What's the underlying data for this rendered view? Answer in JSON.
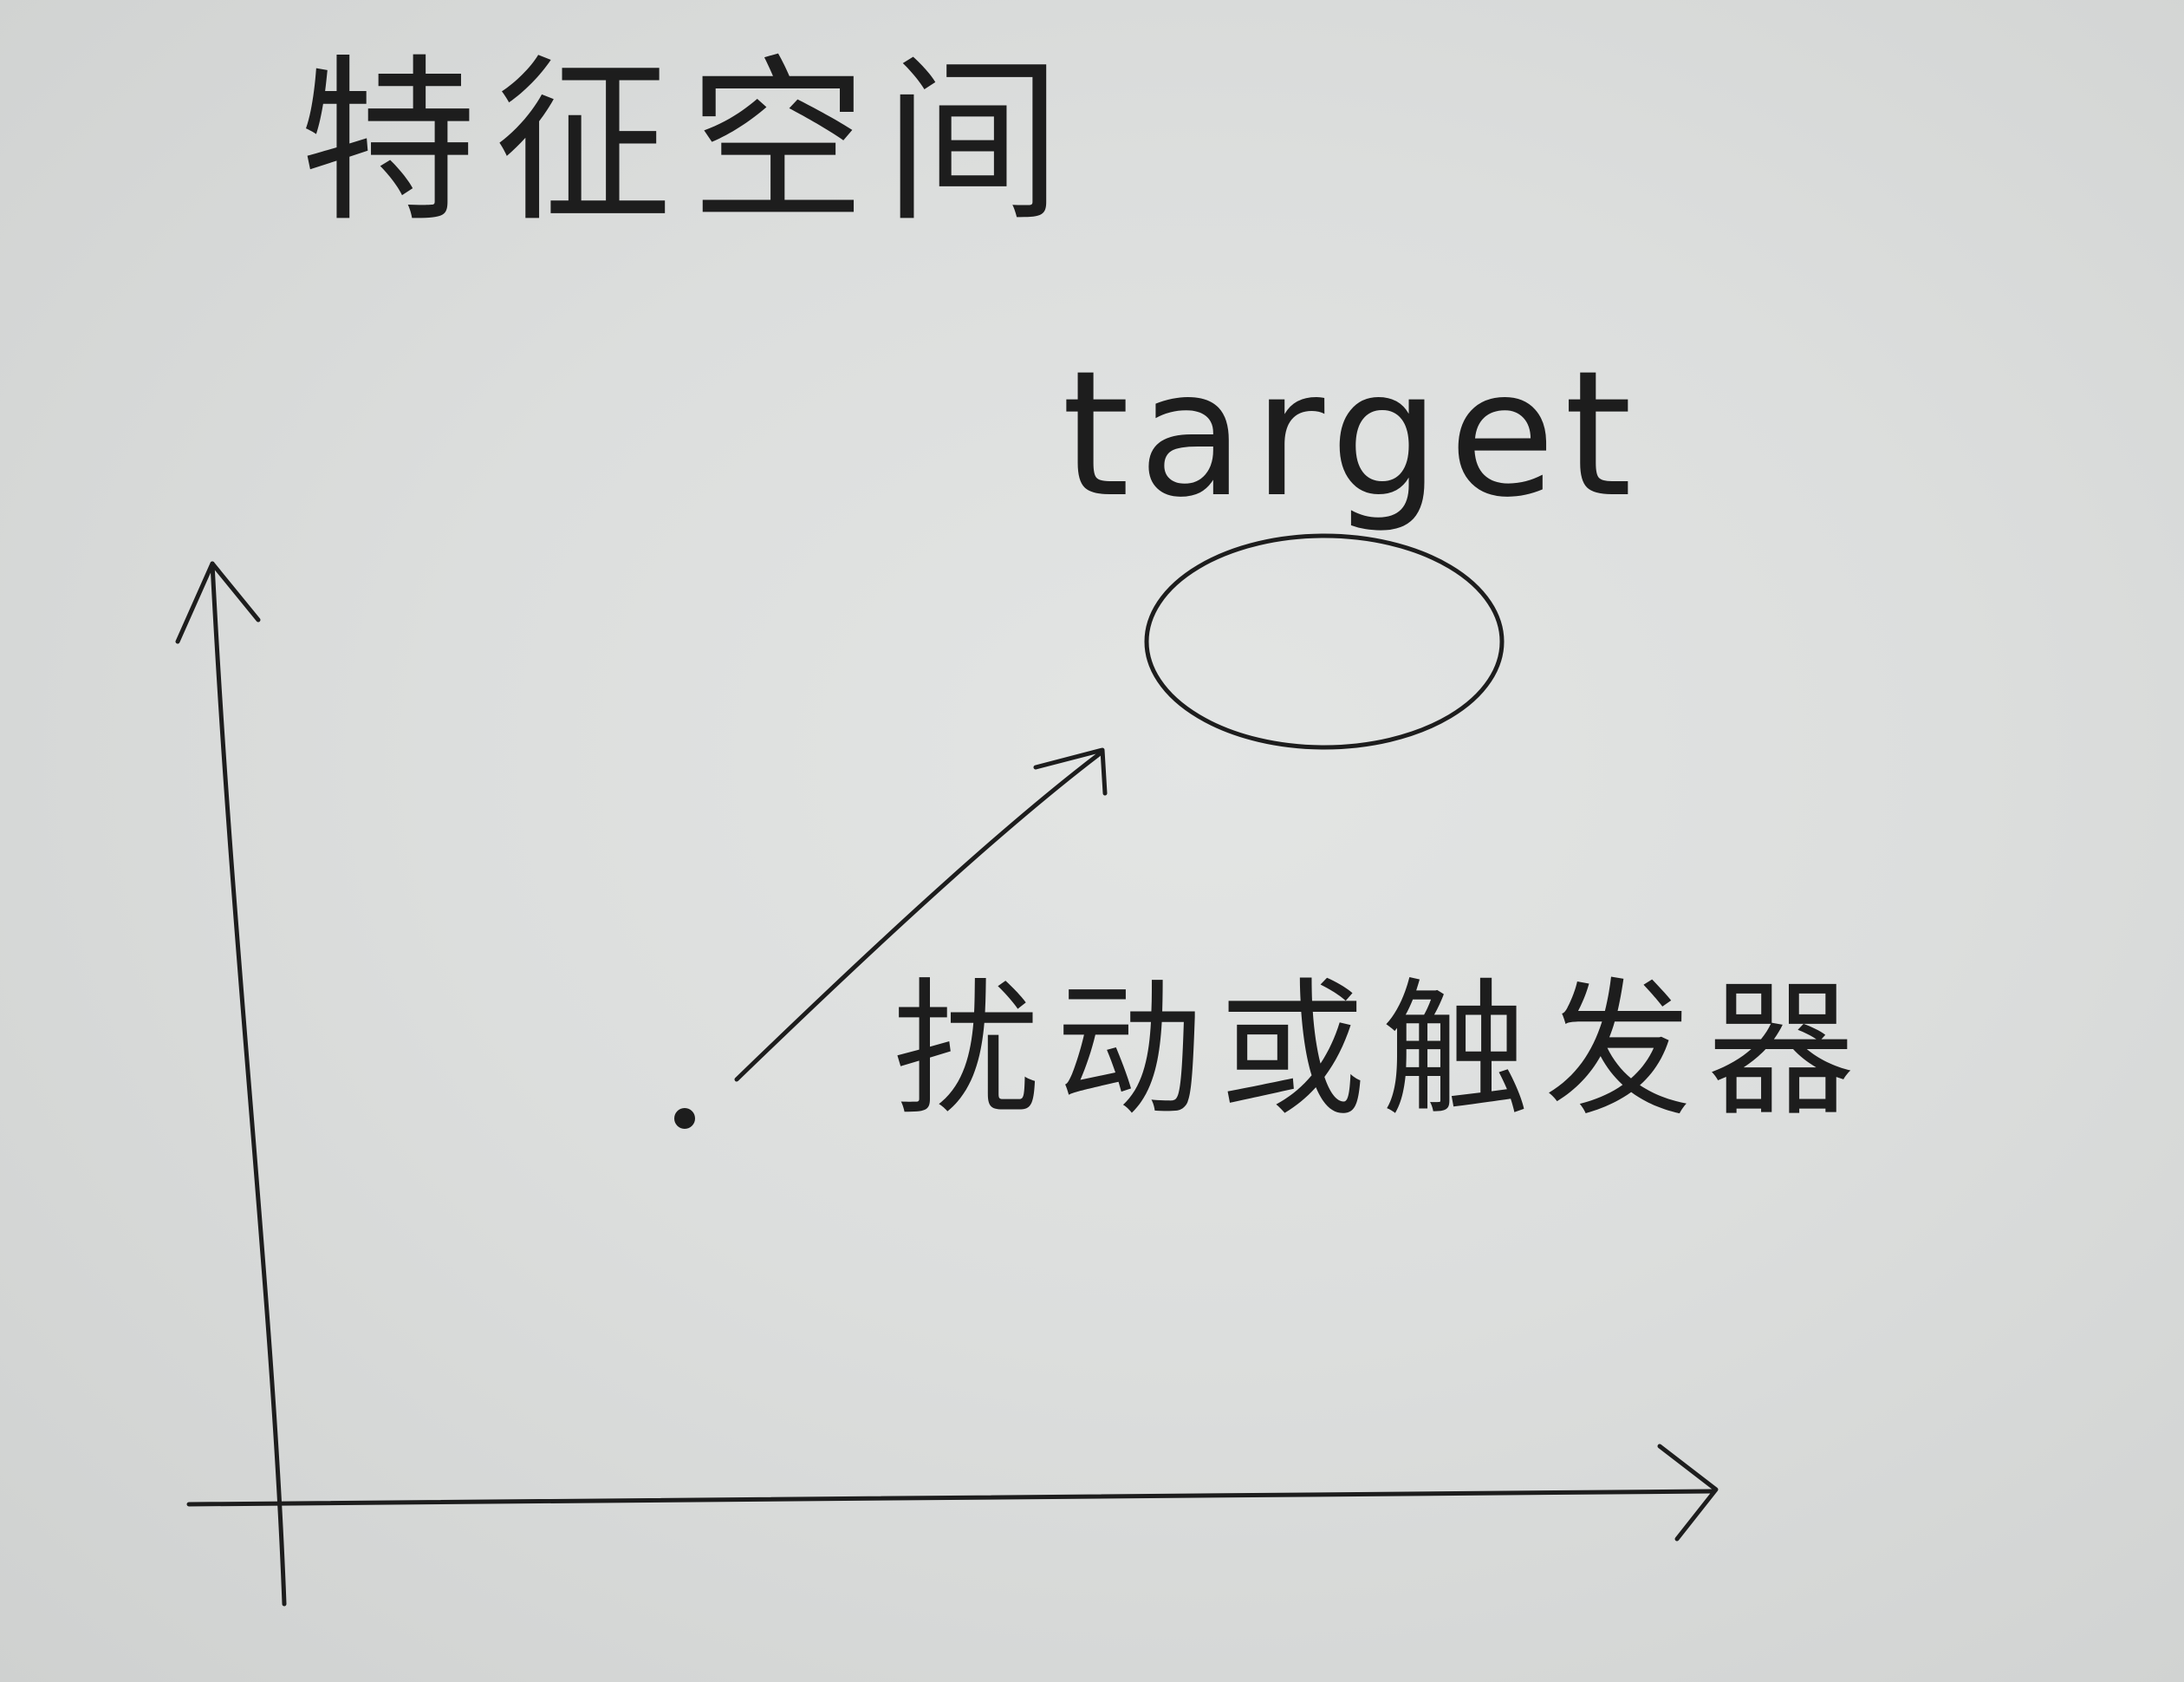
{
  "diagram": {
    "title": "特征空间",
    "target_label": "target",
    "arrow_label": "扰动或触发器"
  },
  "colors": {
    "paper": "#d7d9d8",
    "ink": "#1d1d1d"
  }
}
